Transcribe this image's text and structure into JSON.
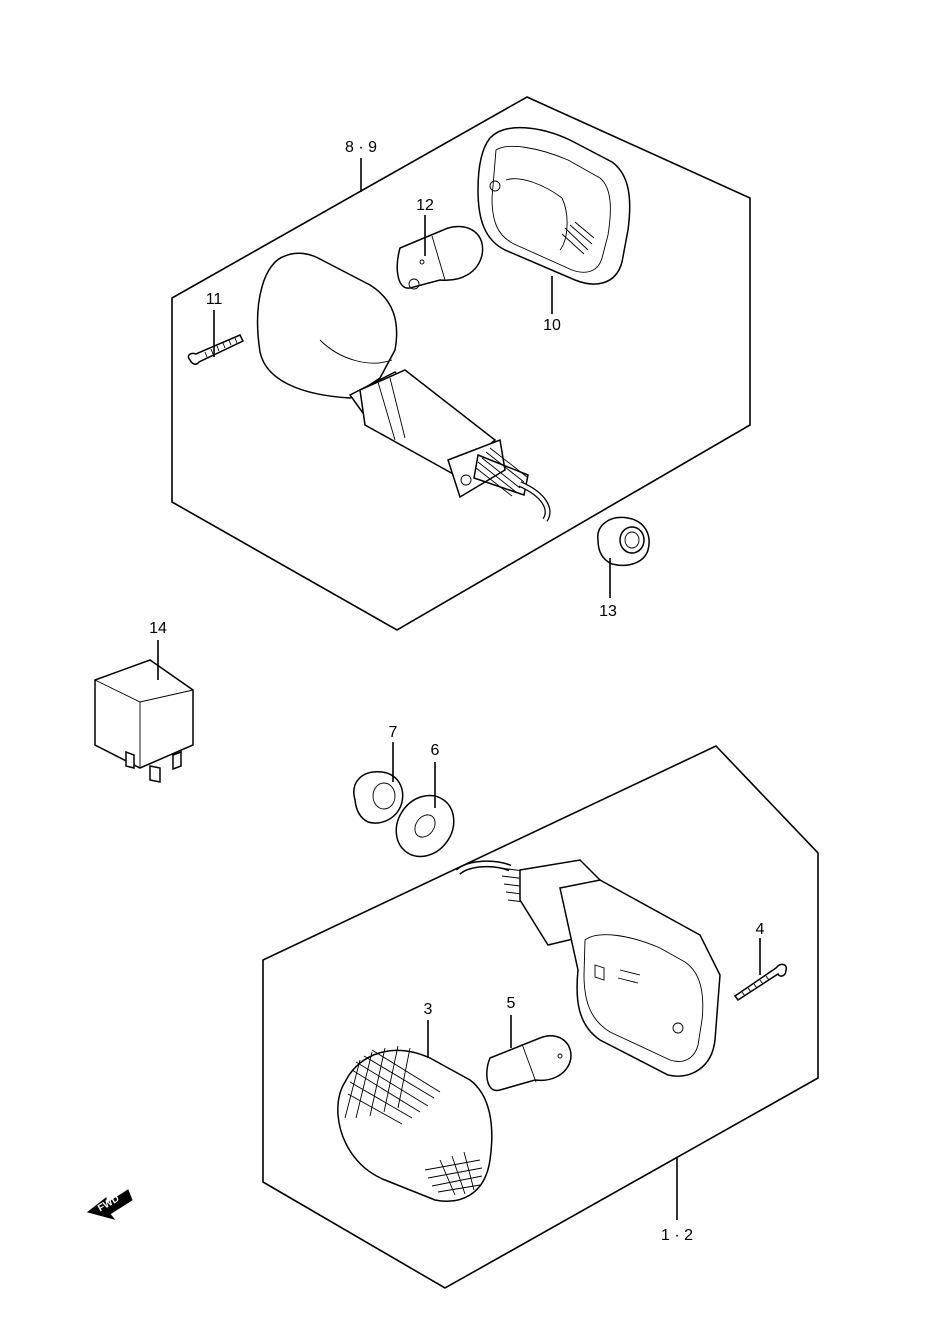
{
  "callouts": {
    "c89": "8 · 9",
    "c10": "10",
    "c11": "11",
    "c12": "12",
    "c13": "13",
    "c14": "14",
    "c7": "7",
    "c6": "6",
    "c4": "4",
    "c3": "3",
    "c5": "5",
    "c12b": "1 · 2"
  },
  "fwd_label": "FWD",
  "colors": {
    "line": "#000000",
    "background": "#ffffff"
  }
}
